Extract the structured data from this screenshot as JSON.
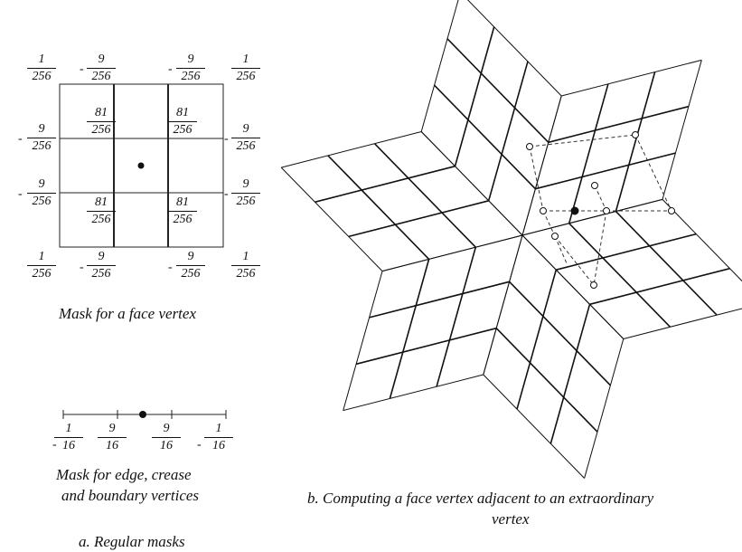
{
  "face_mask": {
    "corner_num": "1",
    "corner_den": "256",
    "edge_num": "9",
    "edge_den": "256",
    "center_num": "81",
    "center_den": "256",
    "minus": "-"
  },
  "edge_mask": {
    "outer_num": "1",
    "outer_den": "16",
    "inner_num": "9",
    "inner_den": "16",
    "minus": "-"
  },
  "captions": {
    "face_vertex": "Mask for a face vertex",
    "edge_line1": "Mask for  edge, crease",
    "edge_line2": "and boundary vertices",
    "part_a": "a. Regular masks",
    "part_b_line1": "b. Computing a face vertex adjacent to an extraordinary",
    "part_b_line2": "vertex"
  }
}
